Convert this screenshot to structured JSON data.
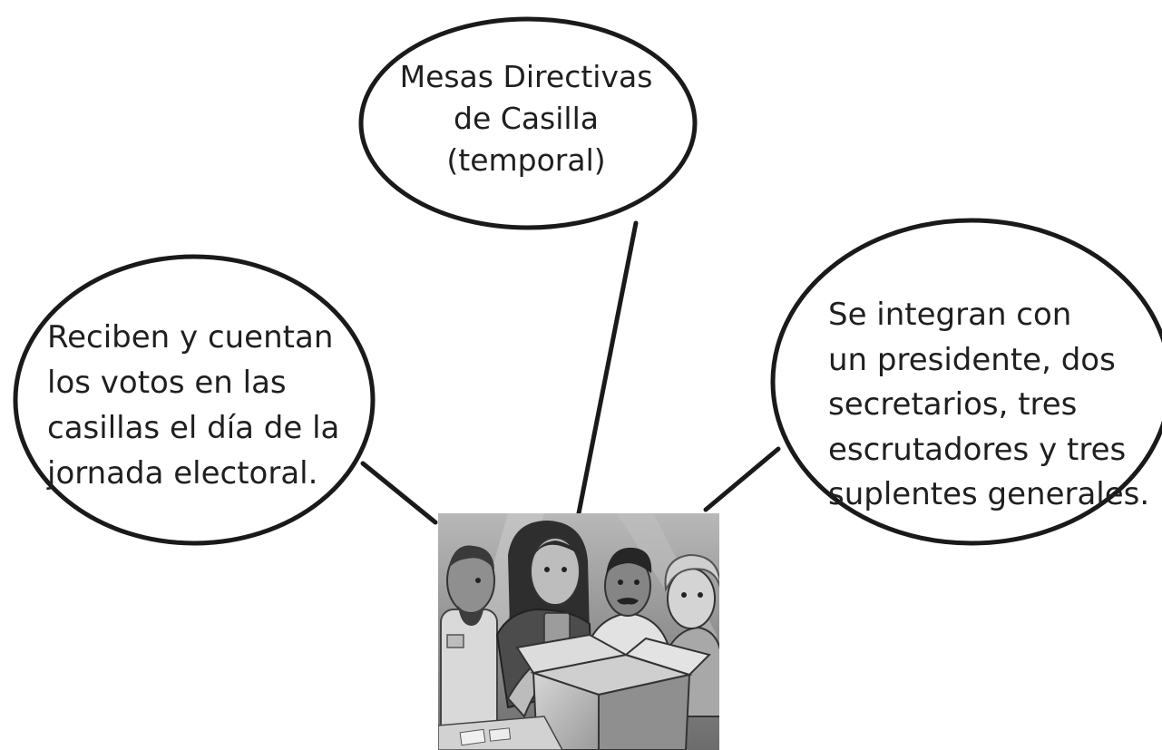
{
  "diagram": {
    "type": "concept-map",
    "center": {
      "illustration": "people-gathered-around-ballot-box-illustration"
    },
    "nodes": [
      {
        "id": "top",
        "lines": [
          "Mesas Directivas",
          "de Casilla",
          "(temporal)"
        ]
      },
      {
        "id": "left",
        "lines": [
          "Reciben y cuentan",
          "los votos en las",
          "casillas el día de la",
          "jornada electoral."
        ]
      },
      {
        "id": "right",
        "lines": [
          "Se integran con",
          "un presidente, dos",
          "secretarios, tres",
          "escrutadores y tres",
          "suplentes generales."
        ]
      }
    ],
    "colors": {
      "outline": "#1a1a1a",
      "text": "#1f1f1f",
      "background": "#ffffff"
    }
  }
}
